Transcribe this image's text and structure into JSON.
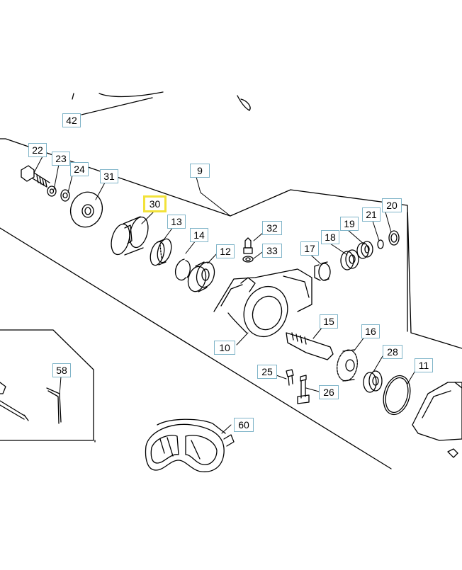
{
  "diagram": {
    "highlight_color": "#f2e23a",
    "label_border_color": "#7fb4c8",
    "line_color": "#000000",
    "callouts": {
      "p42": "42",
      "p22": "22",
      "p23": "23",
      "p24": "24",
      "p31": "31",
      "p9": "9",
      "p30": "30",
      "p13": "13",
      "p14": "14",
      "p12": "12",
      "p32": "32",
      "p33": "33",
      "p17": "17",
      "p18": "18",
      "p19": "19",
      "p21": "21",
      "p20": "20",
      "p15": "15",
      "p16": "16",
      "p10": "10",
      "p28": "28",
      "p11": "11",
      "p25": "25",
      "p26": "26",
      "p58": "58",
      "p60": "60"
    },
    "highlighted_part": "30"
  }
}
